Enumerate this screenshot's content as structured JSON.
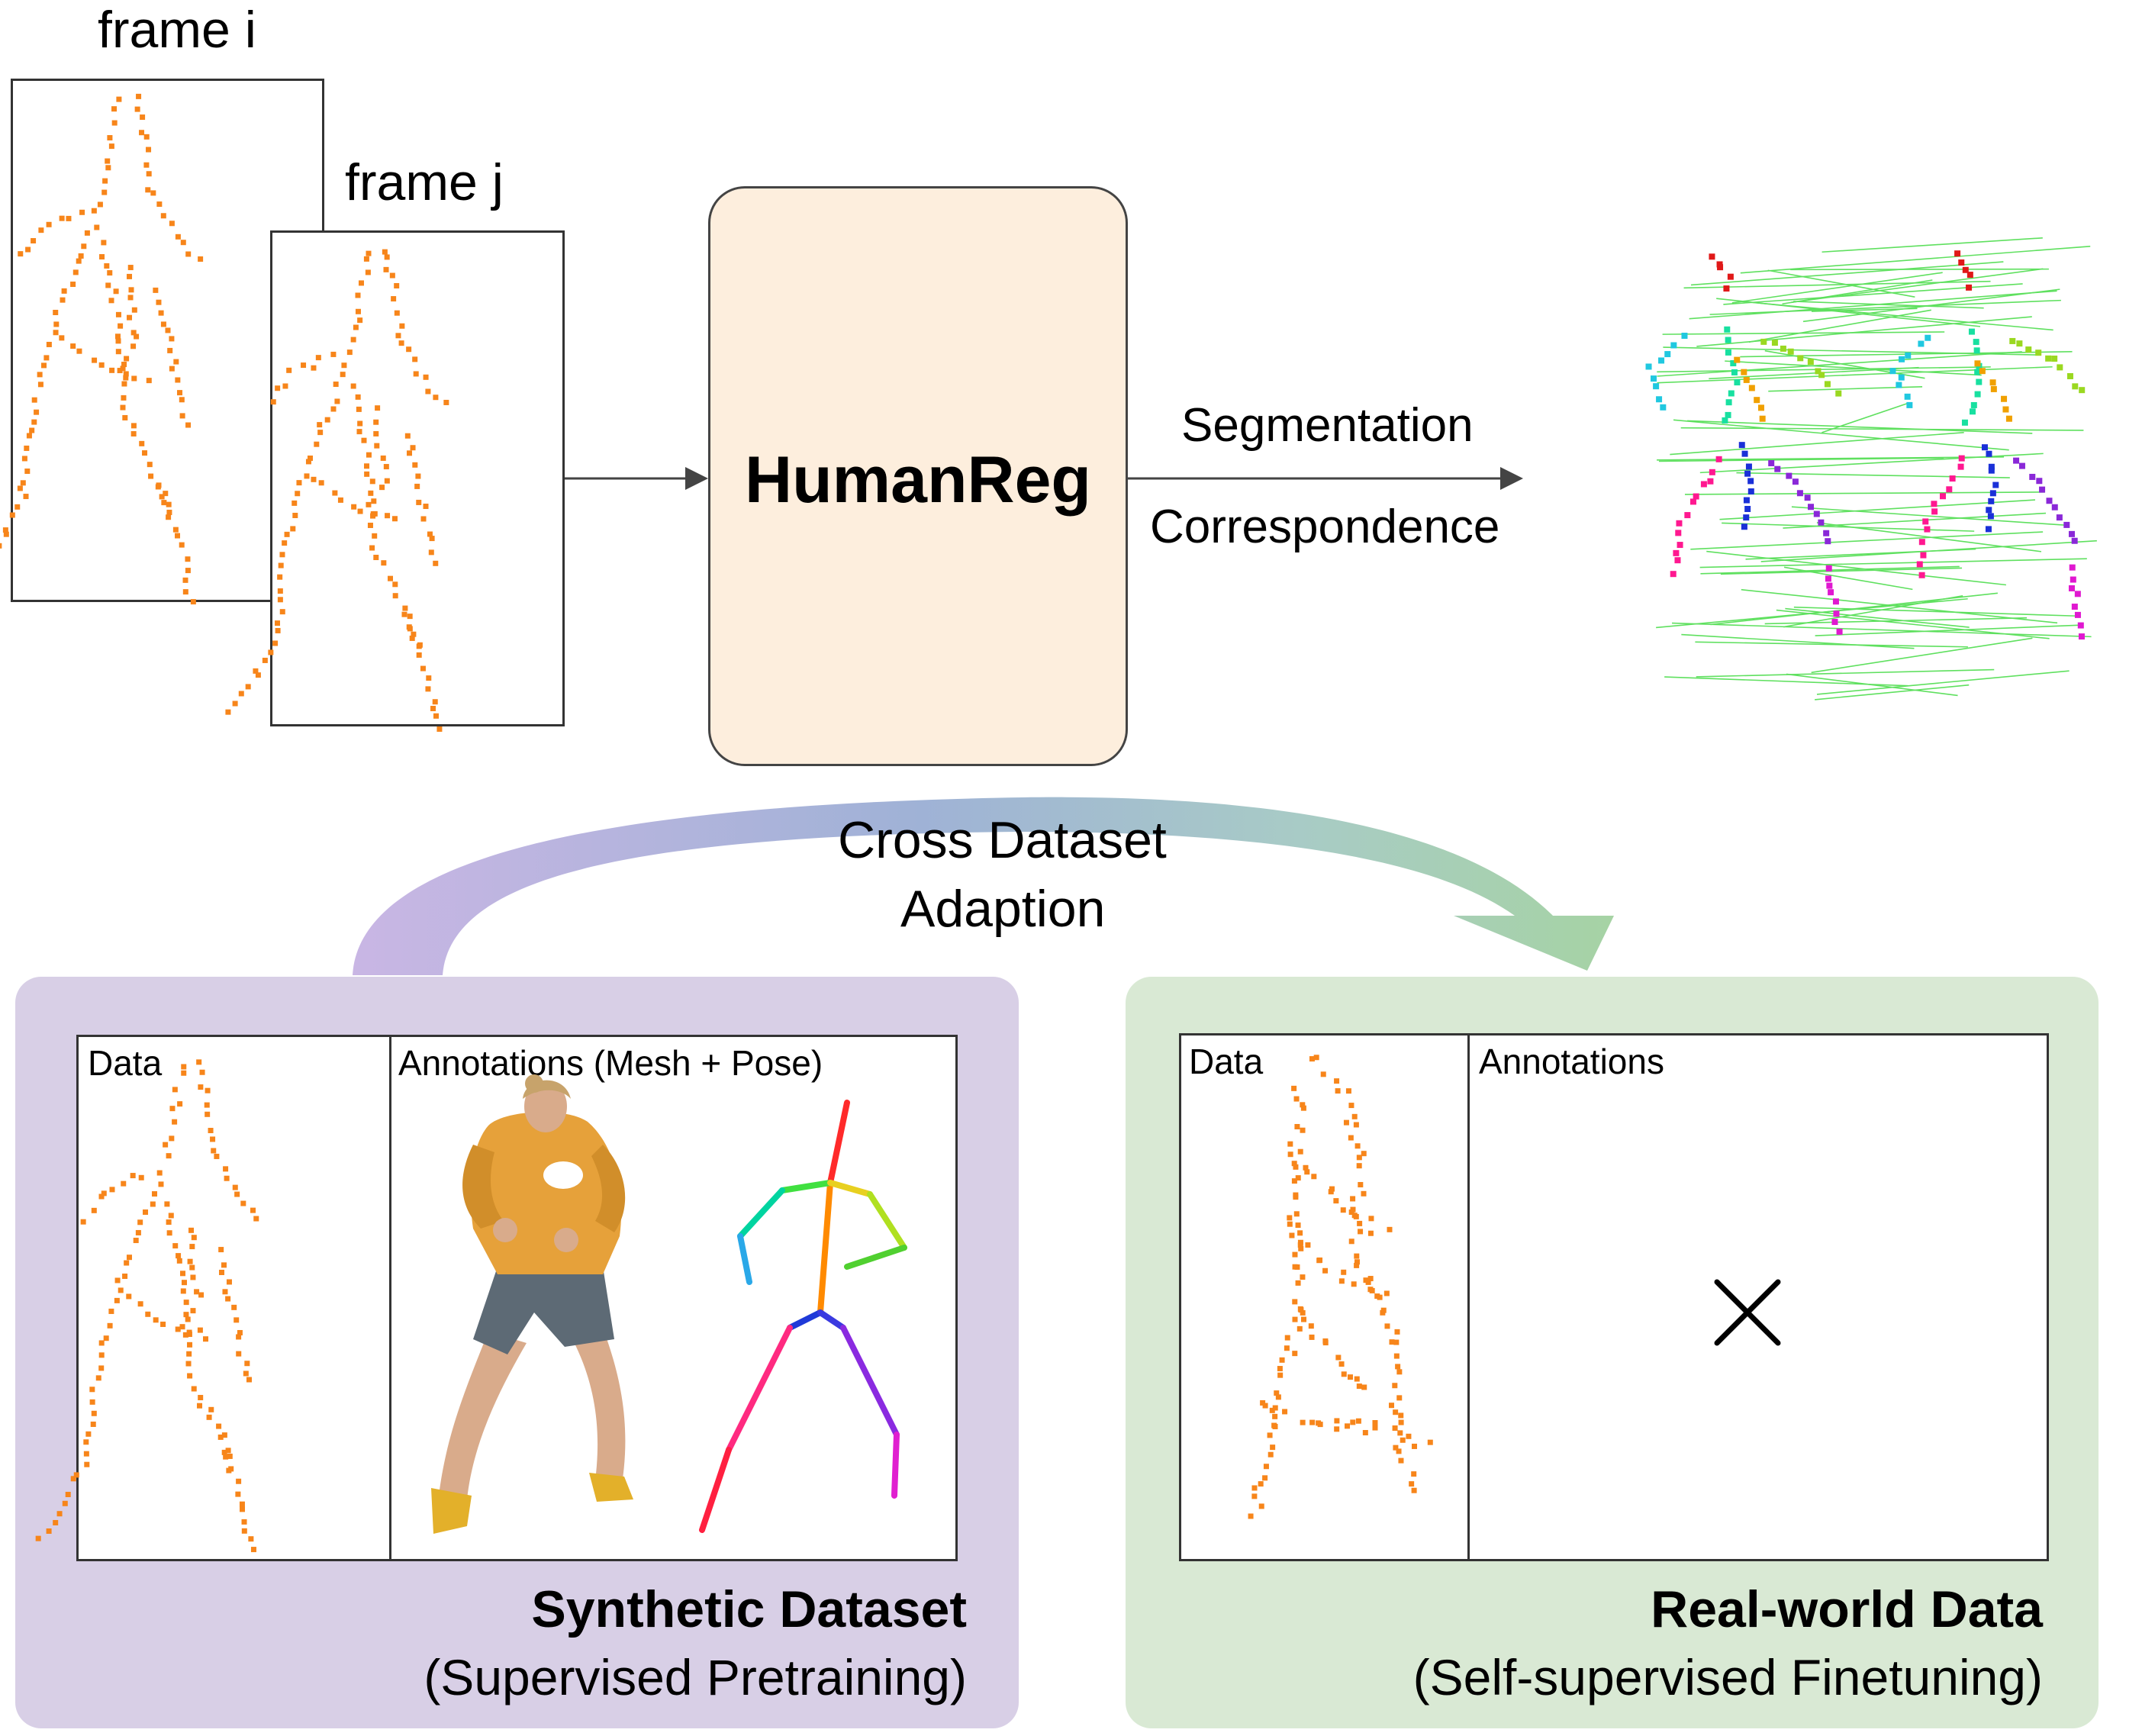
{
  "top": {
    "frame_i": "frame i",
    "frame_j": "frame j",
    "model": "HumanReg",
    "seg_label": "Segmentation",
    "corr_label": "Correspondence"
  },
  "adaption": {
    "line1": "Cross Dataset",
    "line2": "Adaption"
  },
  "synthetic": {
    "data_label": "Data",
    "annotations_label": "Annotations (Mesh + Pose)",
    "title": "Synthetic Dataset",
    "subtitle": "(Supervised Pretraining)"
  },
  "realworld": {
    "data_label": "Data",
    "annotations_label": "Annotations",
    "title": "Real-world Data",
    "subtitle": "(Self-supervised Finetuning)"
  },
  "colors": {
    "point_orange": "#f7851a",
    "model_fill": "#fdeedd",
    "synthetic_panel": "#d8cfe6",
    "real_panel": "#d9e9d4",
    "corr_green": "#5fe05f"
  }
}
